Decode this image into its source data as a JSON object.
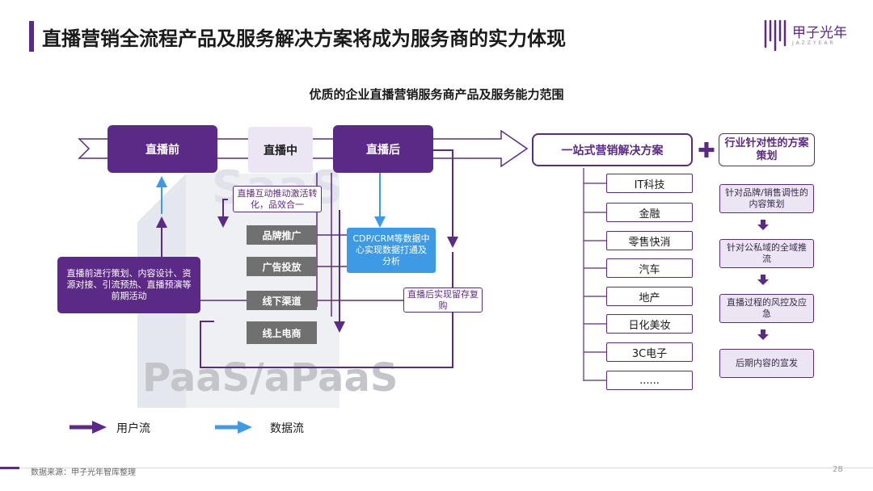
{
  "header": {
    "title": "直播营销全流程产品及服务解决方案将成为服务商的实力体现",
    "logo_name": "甲子光年",
    "logo_sub": "JAZZYEAR"
  },
  "diagram": {
    "title": "优质的企业直播营销服务商产品及服务能力范围",
    "watermark_saas": "SaaS",
    "watermark_paas": "PaaS/aPaaS",
    "phases": {
      "pre": "直播前",
      "live": "直播中",
      "post": "直播后"
    },
    "pre_note": "直播前进行策划、内容设计、资源对接、引流预热、直播预演等前期活动",
    "live_note": "直播互动推动激活转化，品效合一",
    "data_note": "CDP/CRM等数据中心实现数据打通及分析",
    "post_note": "直播后实现留存复购",
    "channels": [
      "品牌推广",
      "广告投放",
      "线下渠道",
      "线上电商"
    ],
    "solution": "一站式营销解决方案",
    "industries": [
      "IT科技",
      "金融",
      "零售快消",
      "汽车",
      "地产",
      "日化美妆",
      "3C电子",
      "......"
    ],
    "plan_head": "行业针对性的方案策划",
    "plans": [
      "针对品牌/销售调性的内容策划",
      "针对公私域的全域推流",
      "直播过程的风控及应急",
      "后期内容的宣发"
    ]
  },
  "legend": {
    "user_flow": "用户流",
    "data_flow": "数据流"
  },
  "colors": {
    "brand_purple": "#5b2a86",
    "data_blue": "#3f9ae6",
    "channel_gray": "#707070"
  },
  "footer": {
    "source": "数据来源：甲子光年智库整理",
    "page": "28"
  }
}
